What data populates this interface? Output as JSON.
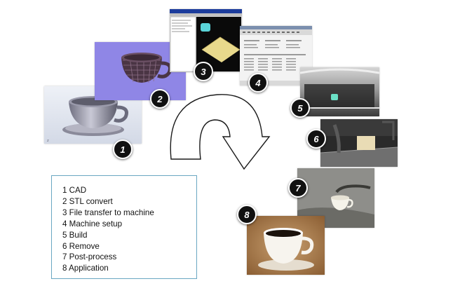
{
  "steps": [
    {
      "number": "1",
      "label": "CAD"
    },
    {
      "number": "2",
      "label": "STL convert"
    },
    {
      "number": "3",
      "label": "File transfer to machine"
    },
    {
      "number": "4",
      "label": "Machine setup"
    },
    {
      "number": "5",
      "label": "Build"
    },
    {
      "number": "6",
      "label": "Remove"
    },
    {
      "number": "7",
      "label": "Post-process"
    },
    {
      "number": "8",
      "label": "Application"
    }
  ],
  "legend": [
    "1 CAD",
    "2 STL convert",
    "3 File transfer to machine",
    "4 Machine setup",
    "5 Build",
    "6 Remove",
    "7 Post-process",
    "8 Application"
  ],
  "colors": {
    "legend_border": "#6aa7c2",
    "stl_background": "#8f86e6",
    "build_tray": "#e8d98c",
    "badge": "#111111"
  }
}
